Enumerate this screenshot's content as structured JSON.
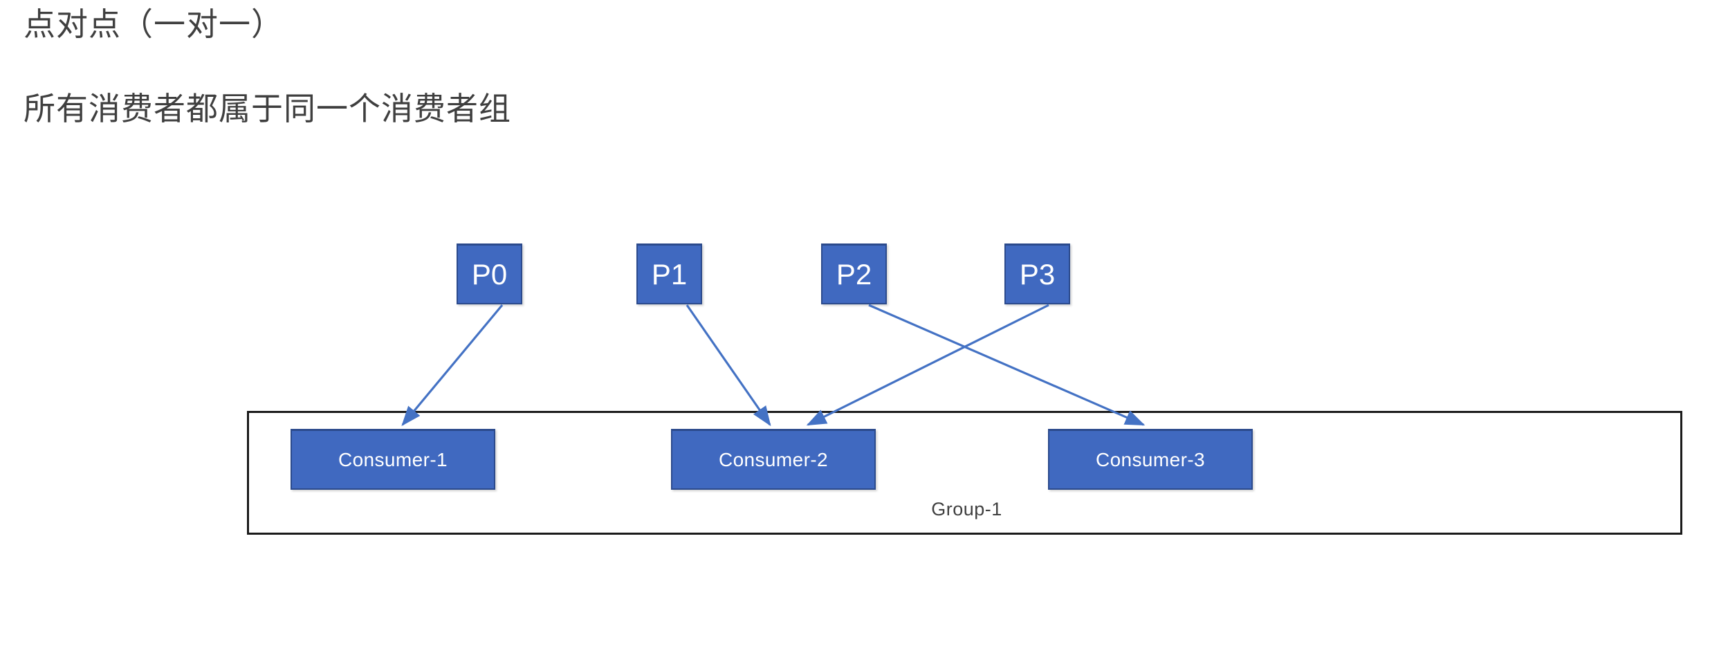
{
  "page": {
    "background_color": "#ffffff",
    "heading_color": "#3f3f3f",
    "accent_color": "#4069c0",
    "accent_border_color": "#2b4a8c",
    "group_border_color": "#1a1a1a",
    "connector_color": "#4472c4"
  },
  "headings": {
    "primary": "点对点（一对一）",
    "secondary": "所有消费者都属于同一个消费者组"
  },
  "diagram": {
    "partitions": [
      {
        "id": "P0",
        "label": "P0"
      },
      {
        "id": "P1",
        "label": "P1"
      },
      {
        "id": "P2",
        "label": "P2"
      },
      {
        "id": "P3",
        "label": "P3"
      }
    ],
    "group": {
      "label": "Group-1",
      "consumers": [
        {
          "id": "consumer-1",
          "label": "Consumer-1"
        },
        {
          "id": "consumer-2",
          "label": "Consumer-2"
        },
        {
          "id": "consumer-3",
          "label": "Consumer-3"
        }
      ]
    },
    "connections": [
      {
        "from": "P0",
        "to": "Consumer-1"
      },
      {
        "from": "P1",
        "to": "Consumer-2"
      },
      {
        "from": "P2",
        "to": "Consumer-3"
      },
      {
        "from": "P3",
        "to": "Consumer-2"
      }
    ]
  }
}
